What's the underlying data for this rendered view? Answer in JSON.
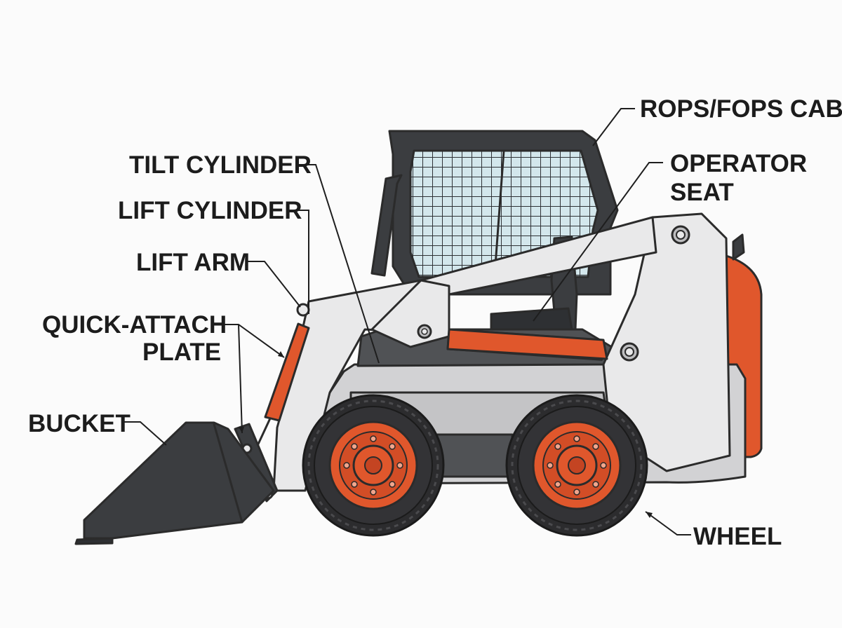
{
  "labels": {
    "rops_fops_cab": "ROPS/FOPS CAB",
    "operator_seat_line1": "OPERATOR",
    "operator_seat_line2": "SEAT",
    "tilt_cylinder": "TILT CYLINDER",
    "lift_cylinder": "LIFT CYLINDER",
    "lift_arm": "LIFT ARM",
    "quick_attach_line1": "QUICK-ATTACH",
    "quick_attach_line2": "PLATE",
    "bucket": "BUCKET",
    "wheel": "WHEEL"
  },
  "colors": {
    "body_white": "#e9e9ea",
    "body_gray": "#c9c9cb",
    "dark_gray": "#3b3d40",
    "accent_orange": "#e0572c",
    "glass": "#cfe4ea",
    "tire": "#2c2c2e",
    "outline": "#2b2b2b"
  }
}
